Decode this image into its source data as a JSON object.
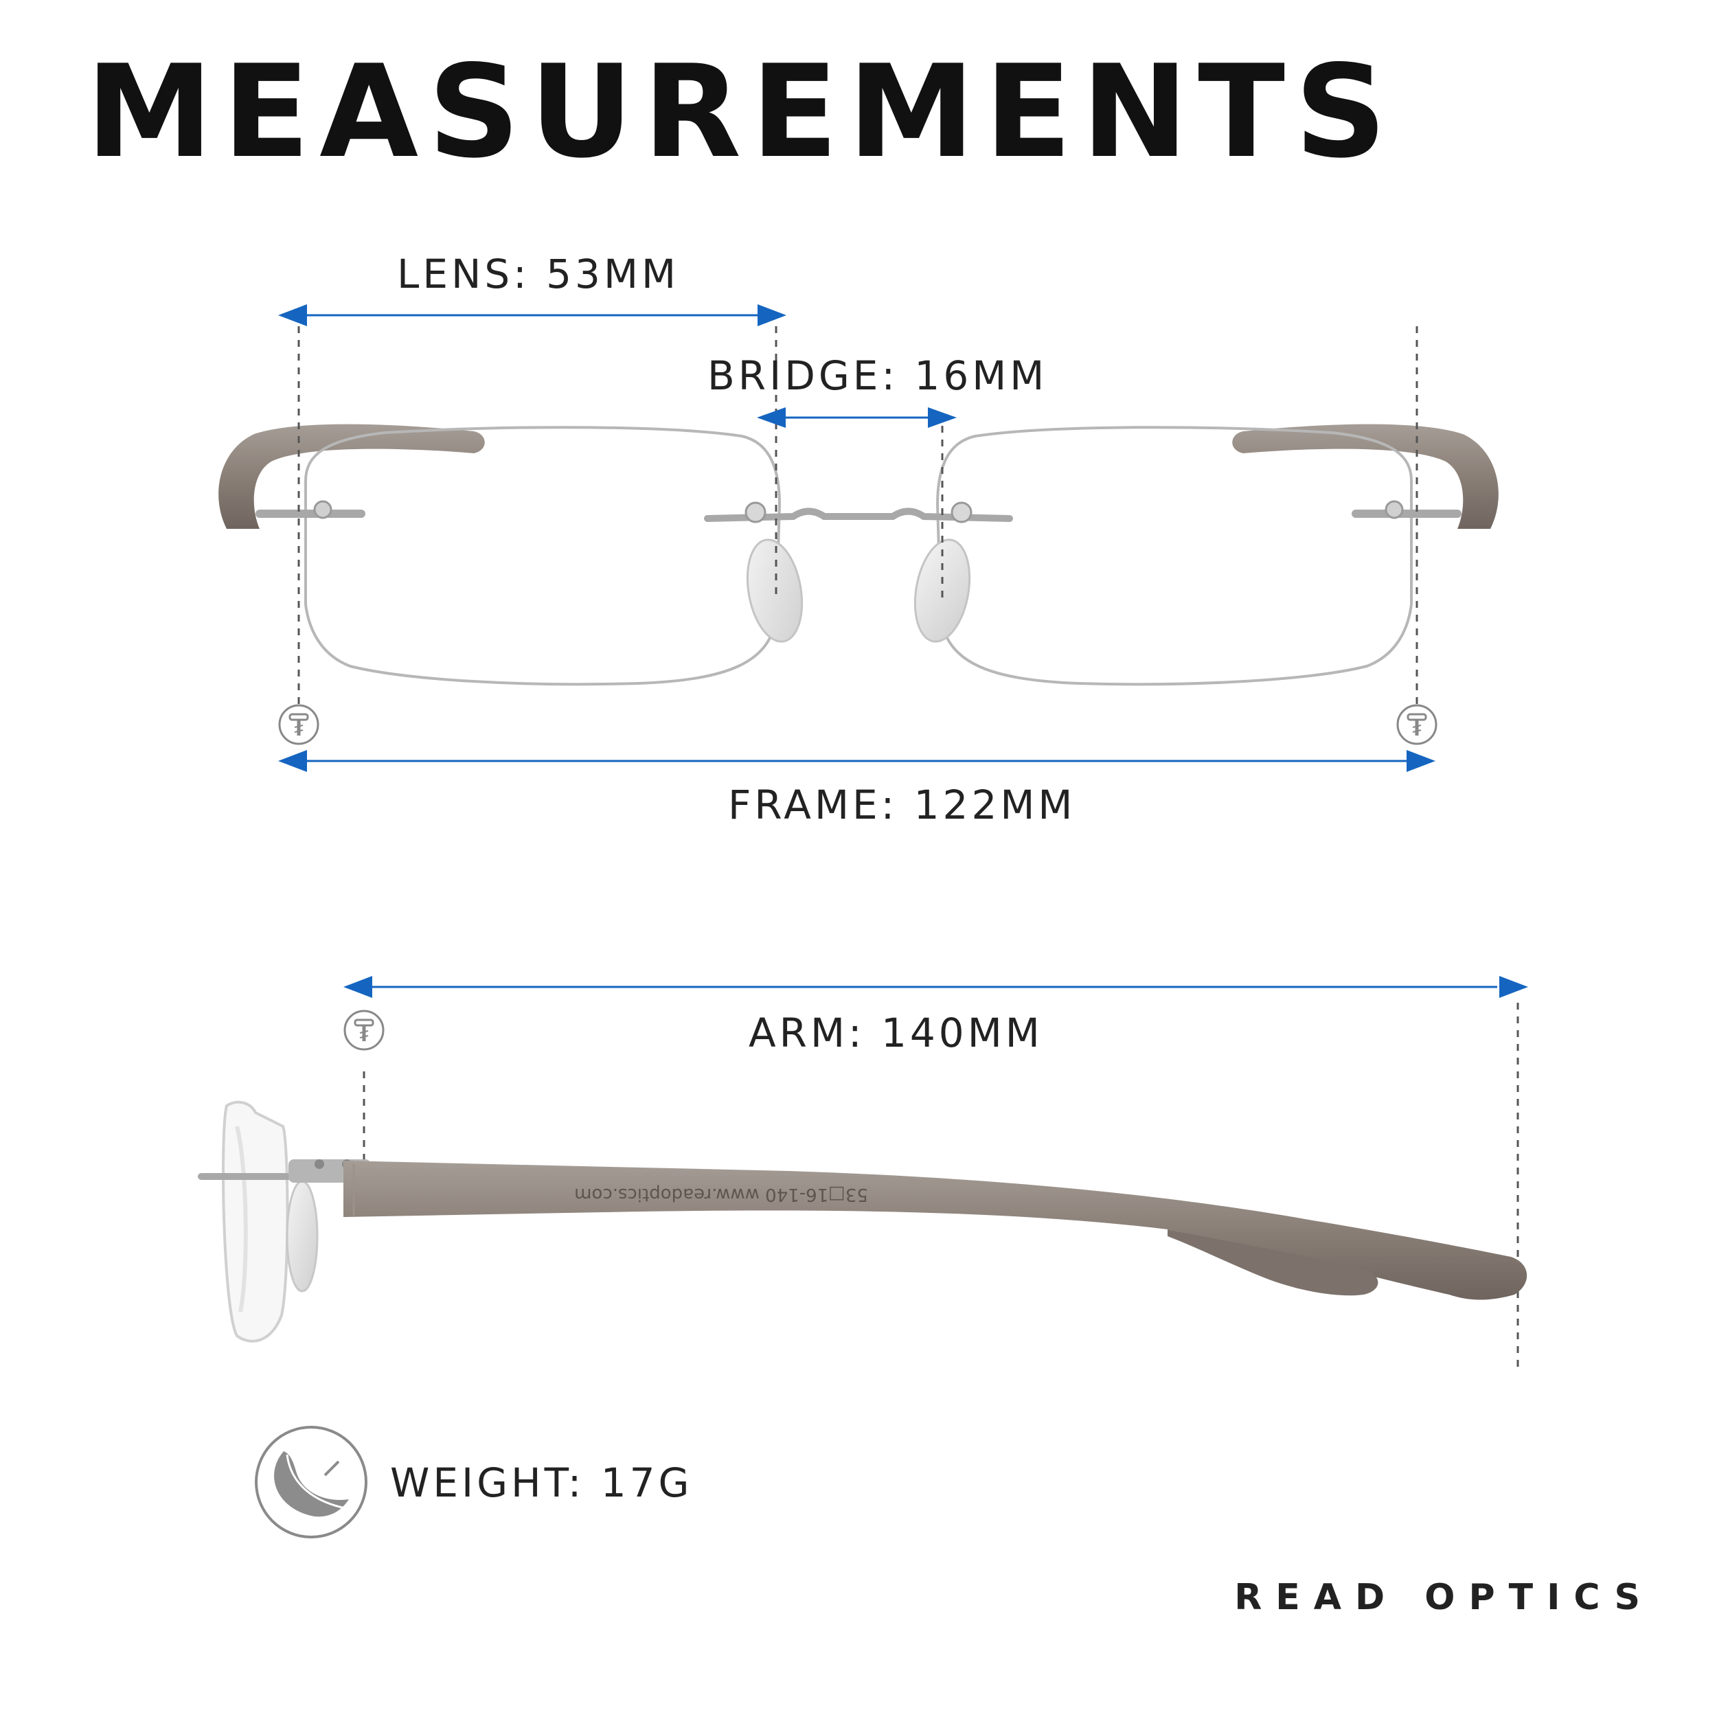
{
  "title": "MEASUREMENTS",
  "measurements": {
    "lens": "LENS: 53MM",
    "bridge": "BRIDGE: 16MM",
    "frame": "FRAME: 122MM",
    "arm": "ARM: 140MM",
    "weight": "WEIGHT: 17G"
  },
  "temple_imprint": "53□16-140  www.readoptics.com",
  "brand": "READ OPTICS",
  "colors": {
    "arrow": "#1565c0",
    "temple": "#8a7f77",
    "metal": "#a8a8a8",
    "dash": "#555555",
    "icon": "#888888"
  },
  "icons": [
    "screw-icon",
    "feather-icon"
  ]
}
